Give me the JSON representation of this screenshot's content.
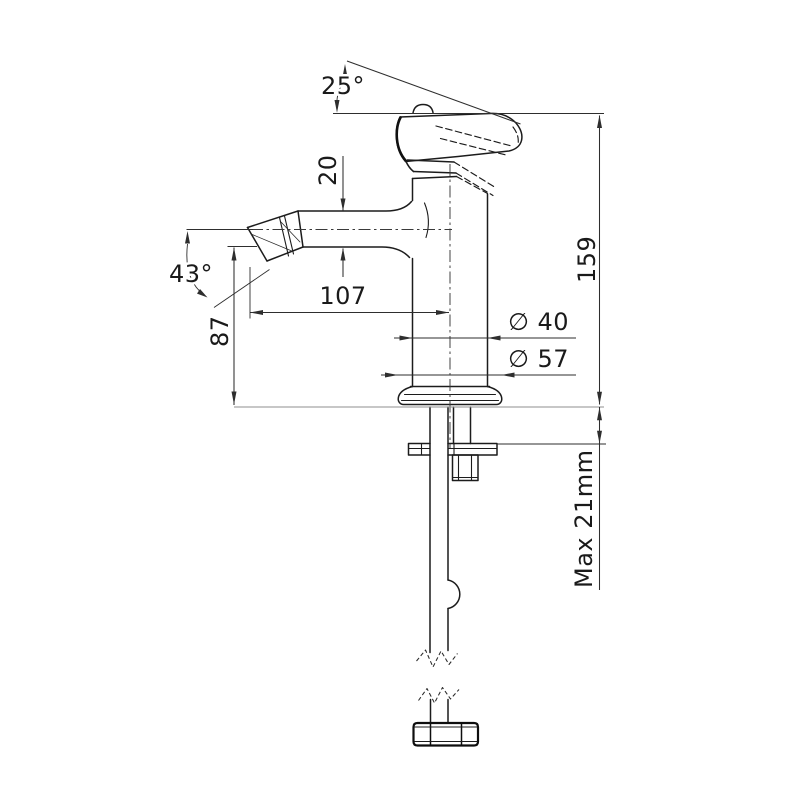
{
  "drawing": {
    "type": "technical-dimension-drawing",
    "subject": "single-hole bidet mixer tap, side elevation with installation dimensions",
    "background_color": "#ffffff",
    "outline_color": "#1c1c1c",
    "dimension_color": "#2e2e2e",
    "deck_line_color": "#8f8f8f",
    "dimensions": {
      "handle_lift_angle": "25°",
      "spout_tube_diameter": "20",
      "aerator_angle": "43°",
      "spout_reach": "107",
      "spout_outlet_height": "87",
      "body_diameter": "∅ 40",
      "base_diameter": "∅ 57",
      "overall_height": "159",
      "max_deck_thickness": "Max 21mm"
    }
  }
}
